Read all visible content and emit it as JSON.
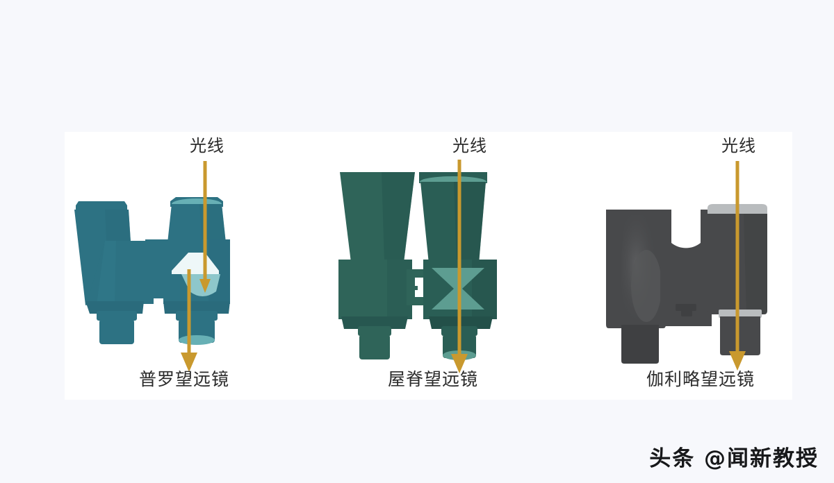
{
  "page": {
    "background_color": "#f7f8fc",
    "panel_color": "#ffffff"
  },
  "figures": [
    {
      "id": "porro",
      "caption": "普罗望远镜",
      "ray_label": "光线",
      "body_color": "#2d7283",
      "body_color_dark": "#266070",
      "lens_color": "#67b0b5",
      "prism_color": "#e9f5f7",
      "arrow_color": "#c9992e"
    },
    {
      "id": "roof",
      "caption": "屋脊望远镜",
      "ray_label": "光线",
      "body_color": "#2a5e55",
      "body_color_dark": "#1f4d47",
      "lens_color": "#5d9d91",
      "prism_color": "#5d9d91",
      "arrow_color": "#c9992e"
    },
    {
      "id": "galilean",
      "caption": "伽利略望远镜",
      "ray_label": "光线",
      "body_color": "#48494b",
      "body_color_dark": "#3c3d3f",
      "lens_color": "#b9bcbe",
      "prism_color": "#5a5b5d",
      "arrow_color": "#c9992e"
    }
  ],
  "watermark": {
    "text": "头条 @闻新教授"
  }
}
